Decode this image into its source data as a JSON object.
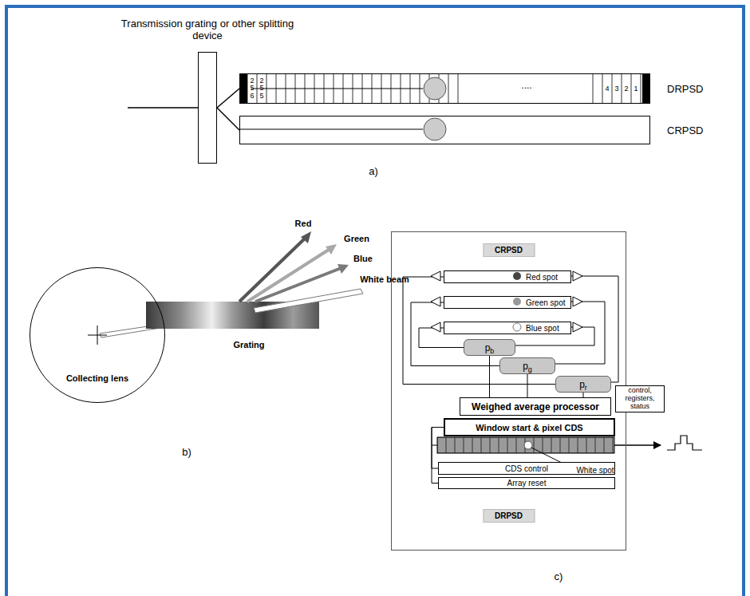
{
  "diagram": {
    "nodes": [
      {
        "text": [
          "Transmission grating or other splitting device"
        ]
      },
      {
        "text": [
          "DRPSD"
        ]
      },
      {
        "text": [
          "CRPSD"
        ]
      },
      {
        "text": [
          "Collecting lens"
        ]
      },
      {
        "text": [
          "CRPSD",
          "DRPSD"
        ]
      },
      {
        "text": [
          "Red spot"
        ],
        "in": 4
      },
      {
        "text": [
          "Green spot"
        ],
        "in": 4
      },
      {
        "text": [
          "Blue spot"
        ],
        "in": 4
      },
      {
        "text": [
          "p",
          "b"
        ],
        "in": 4
      },
      {
        "text": [
          "p",
          "g"
        ],
        "in": 4
      },
      {
        "text": [
          "p",
          "r"
        ],
        "in": 4
      },
      {
        "text": [
          "Weighed average processor"
        ],
        "in": 4
      },
      {
        "text": [
          "control, registers, status"
        ],
        "in": 4
      },
      {
        "text": [
          "Window start & pixel CDS"
        ],
        "in": 4
      },
      {
        "text": [
          "CDS control"
        ],
        "in": 4
      },
      {
        "text": [
          "Array reset"
        ],
        "in": 4
      }
    ],
    "edges": [
      {
        "from": 0,
        "to": 1,
        "arrow": "none"
      },
      {
        "from": 0,
        "to": 2,
        "arrow": "none"
      },
      {
        "from": 7,
        "to": 8,
        "arrow": "none"
      },
      {
        "from": 6,
        "to": 9,
        "arrow": "none"
      },
      {
        "from": 5,
        "to": 10,
        "arrow": "none"
      },
      {
        "from": 8,
        "to": 11,
        "arrow": "none"
      },
      {
        "from": 9,
        "to": 11,
        "arrow": "none"
      },
      {
        "from": 10,
        "to": 11,
        "arrow": "none"
      },
      {
        "from": 13,
        "to": 14,
        "arrow": "none"
      },
      {
        "from": 13,
        "to": 15,
        "arrow": "none"
      }
    ],
    "labels": [
      "256",
      "255",
      "....",
      "4",
      "3",
      "2",
      "1",
      "a)",
      "Red",
      "Green",
      "Blue",
      "White beam",
      "Grating",
      "b)",
      "White spot",
      "c)"
    ]
  }
}
